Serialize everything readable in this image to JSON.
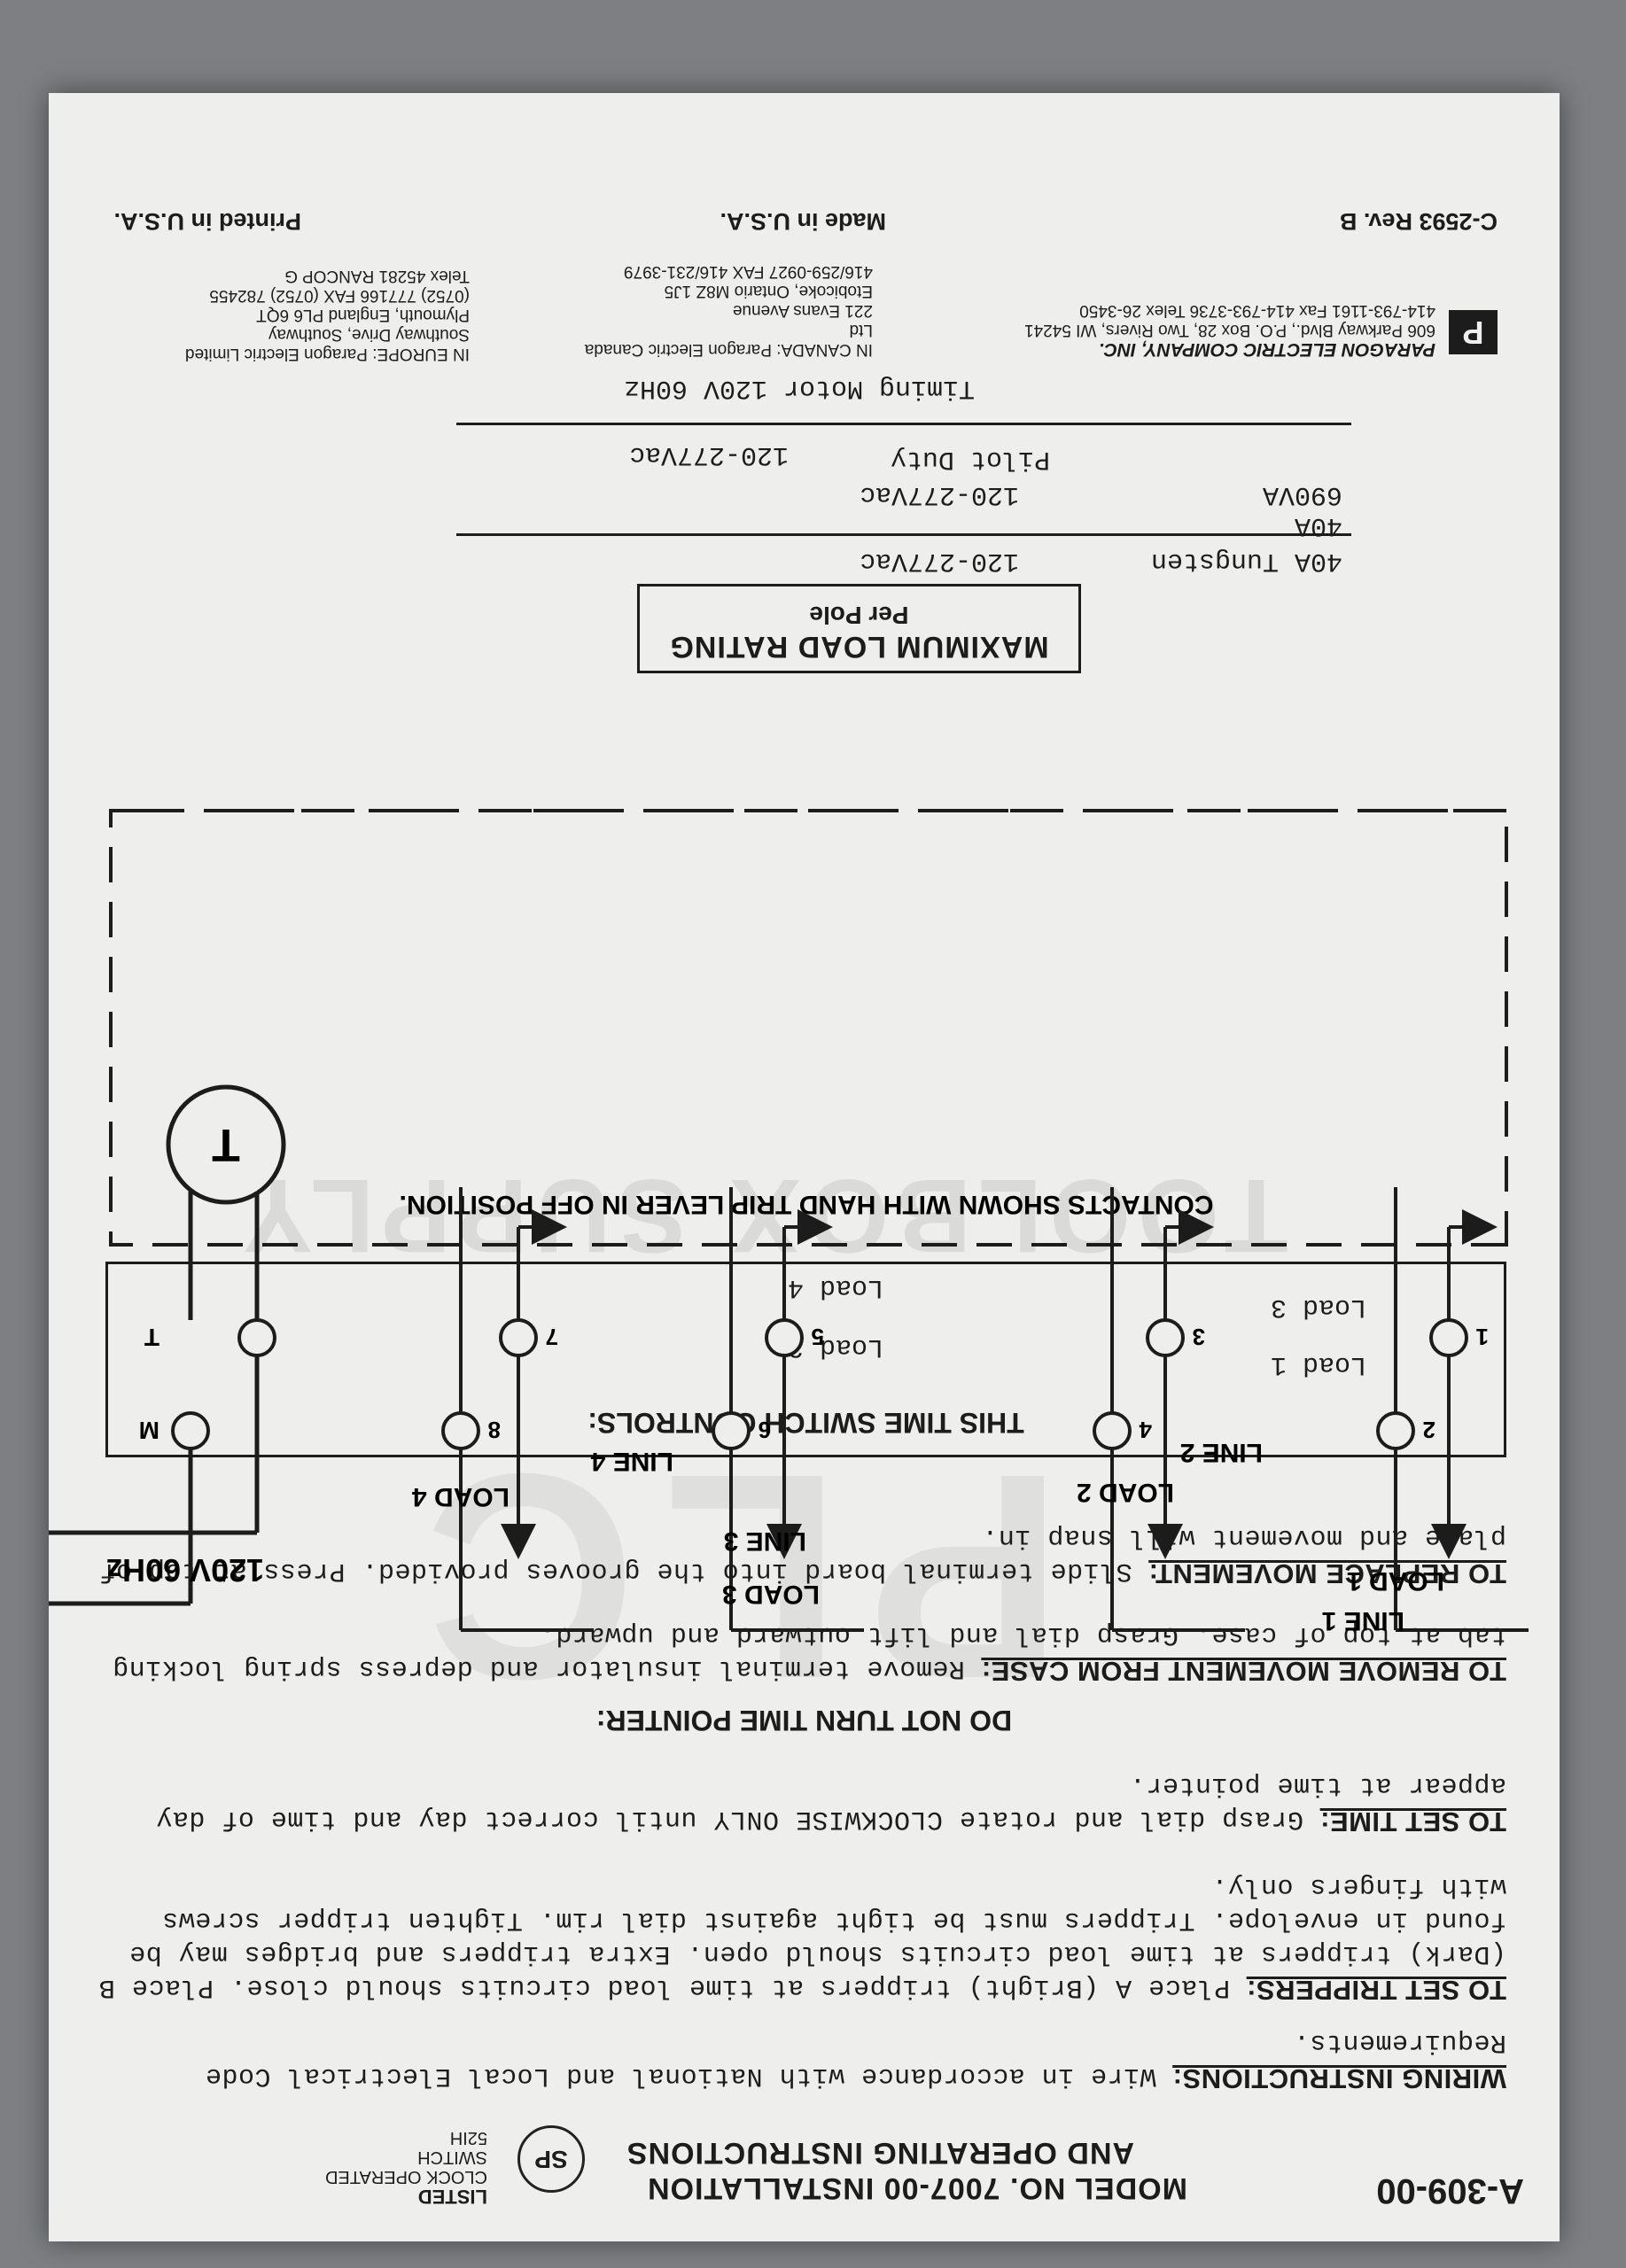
{
  "document": {
    "id": "A-309-00",
    "title_line1": "MODEL NO. 7007-00 INSTALLATION",
    "title_line2": "AND OPERATING INSTRUCTIONS",
    "csa_logo": "SP",
    "listed_1": "LISTED",
    "listed_2": "CLOCK OPERATED",
    "listed_3": "SWITCH",
    "listed_4": "52IH"
  },
  "instructions": {
    "wiring_head": "WIRING INSTRUCTIONS:",
    "wiring_body": "Wire in accordance with National and Local Electrical Code Requirements.",
    "trippers_head": "TO SET TRIPPERS:",
    "trippers_body": "Place A (Bright) trippers at time load circuits should close. Place B (Dark) trippers at time load circuits should open. Extra trippers and bridges may be found in envelope. Trippers must be tight against dial rim. Tighten tripper screws with fingers only.",
    "time_head": "TO SET TIME:",
    "time_body": "Grasp dial and rotate CLOCKWISE ONLY until correct day and time of day appear at time pointer.",
    "do_not": "DO NOT TURN TIME POINTER:",
    "remove_head": "TO REMOVE MOVEMENT FROM CASE:",
    "remove_body": "Remove terminal insulator and depress spring locking tab at top of case. Grasp dial and lift outward and upward.",
    "replace_head": "TO REPLACE MOVEMENT:",
    "replace_body": "Slide terminal board into the grooves provided. Press at top of plate and movement will snap in."
  },
  "controls": {
    "header": "THIS TIME SWITCH CONTROLS:",
    "load1": "Load 1",
    "load2": "Load 2",
    "load3": "Load 3",
    "load4": "Load 4"
  },
  "diagram": {
    "caption": "CONTACTS SHOWN WITH HAND TRIP LEVER IN OFF POSITION.",
    "motor": "T",
    "terminal_t": "T",
    "terminal_m": "M",
    "voltage": "120V 60Hz",
    "terminals": [
      "1",
      "2",
      "3",
      "4",
      "5",
      "6",
      "7",
      "8"
    ],
    "line1": "LINE 1",
    "line2": "LINE 2",
    "line3": "LINE 3",
    "line4": "LINE 4",
    "load1": "LOAD 1",
    "load2": "LOAD 2",
    "load3": "LOAD 3",
    "load4": "LOAD 4"
  },
  "rating": {
    "title": "MAXIMUM LOAD RATING",
    "subtitle": "Per Pole",
    "rows": [
      {
        "label": "40A Tungsten",
        "value": "120-277Vac"
      },
      {
        "label": "40A",
        "value": ""
      },
      {
        "label": "690VA",
        "value": "120-277Vac"
      },
      {
        "label": "Pilot Duty",
        "value": "120-277Vac"
      }
    ],
    "timing_motor": "Timing Motor 120V 60Hz"
  },
  "company": {
    "name": "PARAGON ELECTRIC COMPANY, INC.",
    "address1": "606 Parkway Blvd., P.O. Box 28, Two Rivers, WI 54241",
    "address2": "414-793-1161   Fax 414-793-3736   Telex 26-3450",
    "canada1": "IN CANADA: Paragon Electric Canada",
    "canada2": "Ltd",
    "canada3": "221 Evans Avenue",
    "canada4": "Etobicoke, Ontario M8Z 1J5",
    "canada5": "416/259-0927  FAX 416/231-3979",
    "europe1": "IN EUROPE: Paragon Electric Limited",
    "europe2": "Southway Drive, Southway",
    "europe3": "Plymouth, England PL6 6QT",
    "europe4": "(0752) 777166  FAX (0752) 782455",
    "europe5": "Telex 45281 RANCOP G"
  },
  "footer": {
    "code": "C-2593   Rev. B",
    "made": "Made in U.S.A.",
    "printed": "Printed in U.S.A."
  },
  "watermark": {
    "big": "PLC",
    "text": "TOOLBOX SUPPLY"
  }
}
